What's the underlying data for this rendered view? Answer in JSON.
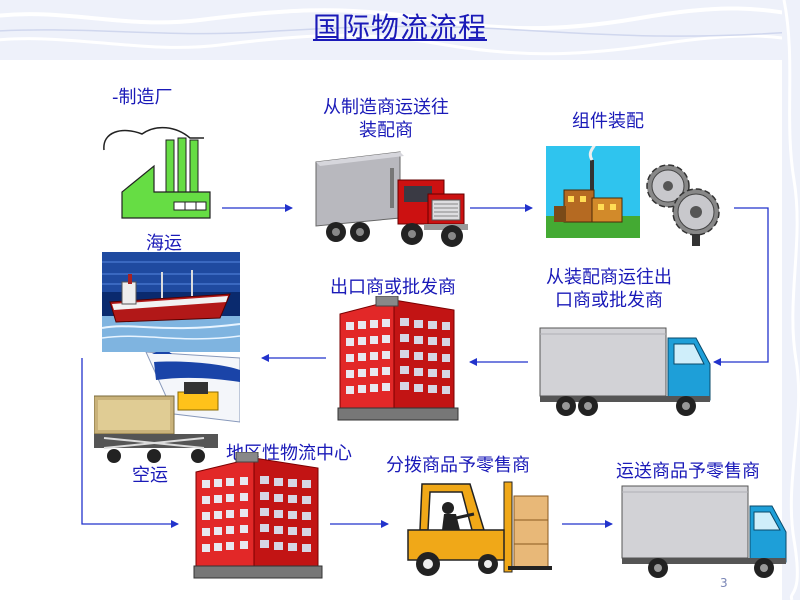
{
  "title": "国际物流流程",
  "page_number": "3",
  "labels": {
    "factory": "-制造厂",
    "manufacturer_to_assembler": [
      "从制造商运送往",
      "装配商"
    ],
    "assembly": "组件装配",
    "sea": "海运",
    "export": "出口商或批发商",
    "assembler_to_exporter": [
      "从装配商运往出",
      "口商或批发商"
    ],
    "air": "空运",
    "regional_center": "地区性物流中心",
    "distribute": "分拨商品予零售商",
    "deliver": "运送商品予零售商"
  },
  "colors": {
    "text": "#1a1ab8",
    "arrow": "#2233cc",
    "building": "#dd2222",
    "factory": "#66dd44",
    "truck_cab_blue": "#1e9fd8",
    "forklift": "#f0a818"
  }
}
